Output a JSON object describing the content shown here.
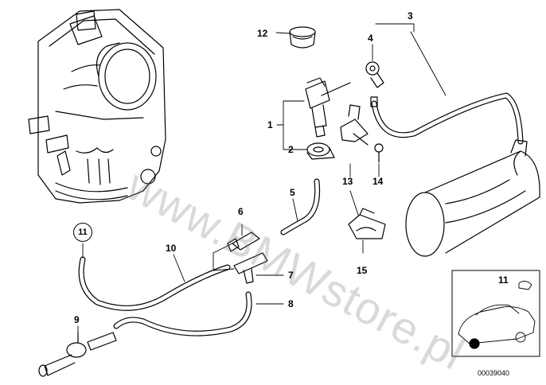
{
  "diagram": {
    "watermark": "www.BMWstore.pl",
    "diagram_code": "00039040",
    "callouts": {
      "c1": "1",
      "c2": "2",
      "c3": "3",
      "c4": "4",
      "c5": "5",
      "c6": "6",
      "c7": "7",
      "c8": "8",
      "c9": "9",
      "c10": "10",
      "c11": "11",
      "c12": "12",
      "c13": "13",
      "c14": "14",
      "c15": "15",
      "c11_inset": "11"
    }
  }
}
